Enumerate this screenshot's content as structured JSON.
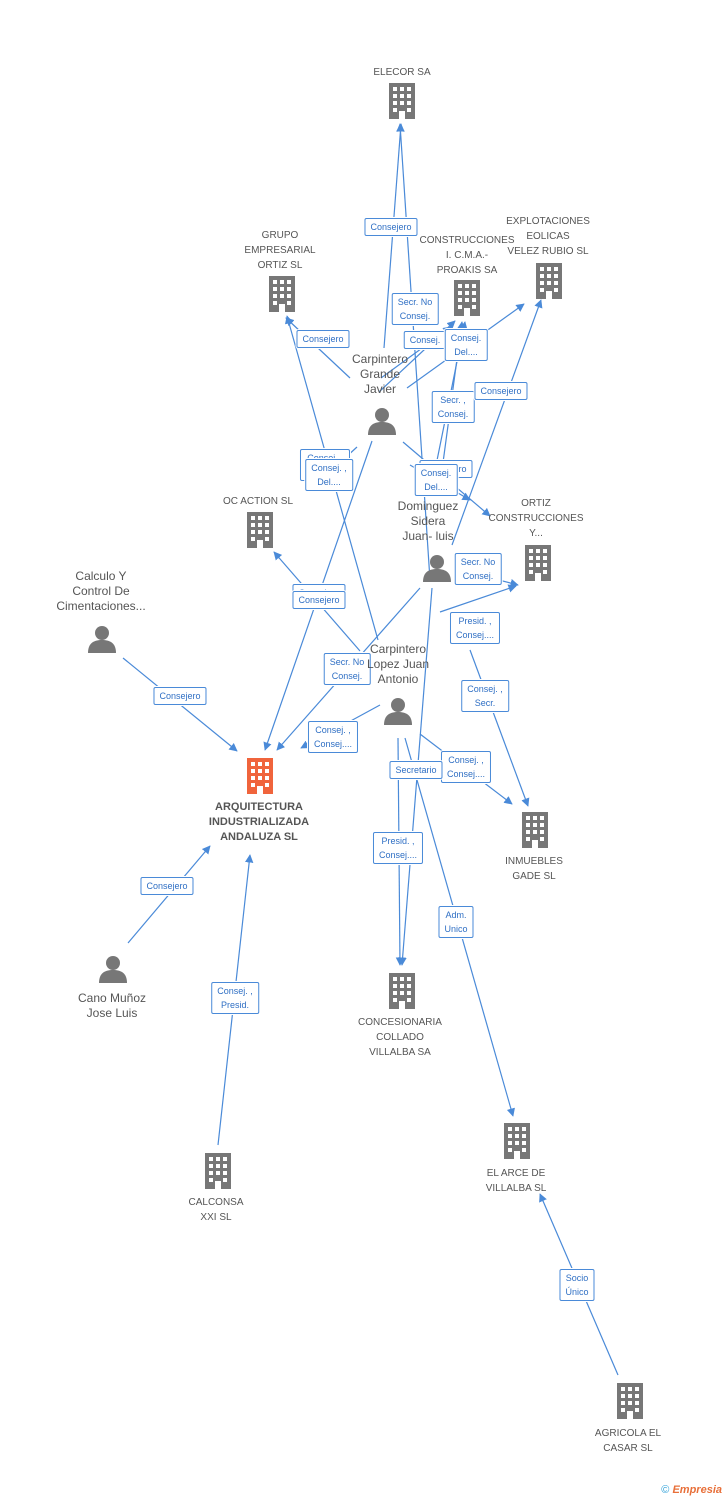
{
  "colors": {
    "edge": "#4a8ad8",
    "node": "#777777",
    "main": "#f0643c",
    "label_text": "#2f6fc4"
  },
  "nodes": [
    {
      "id": "elecor",
      "kind": "company",
      "label": "ELECOR SA",
      "icon": "building-icon"
    },
    {
      "id": "grupo",
      "kind": "company",
      "label": "GRUPO\nEMPRESARIAL\nORTIZ SL",
      "icon": "building-icon"
    },
    {
      "id": "construcciones",
      "kind": "company",
      "label": "CONSTRUCCIONES\nI. C.M.A.-\nPROAKIS SA",
      "icon": "building-icon"
    },
    {
      "id": "explotaciones",
      "kind": "company",
      "label": "EXPLOTACIONES\nEOLICAS\nVELEZ RUBIO SL",
      "icon": "building-icon"
    },
    {
      "id": "carpintero_javier",
      "kind": "person",
      "label": "Carpintero\nGrande\nJavier",
      "icon": "person-icon"
    },
    {
      "id": "oc_action",
      "kind": "company",
      "label": "OC ACTION SL",
      "icon": "building-icon"
    },
    {
      "id": "dominguez",
      "kind": "person",
      "label": "Dominguez\nSidera\nJuan- luis",
      "icon": "person-icon"
    },
    {
      "id": "ortiz_constr",
      "kind": "company",
      "label": "ORTIZ\nCONSTRUCCIONES\nY...",
      "icon": "building-icon"
    },
    {
      "id": "calculo",
      "kind": "person",
      "label": "Calculo Y\nControl De\nCimentaciones...",
      "icon": "person-icon"
    },
    {
      "id": "carpintero_lopez",
      "kind": "person",
      "label": "Carpintero\nLopez Juan\nAntonio",
      "icon": "person-icon"
    },
    {
      "id": "main",
      "kind": "main",
      "label": "ARQUITECTURA\nINDUSTRIALIZADA\nANDALUZA SL",
      "icon": "building-icon"
    },
    {
      "id": "inmuebles",
      "kind": "company",
      "label": "INMUEBLES\nGADE SL",
      "icon": "building-icon"
    },
    {
      "id": "cano",
      "kind": "person",
      "label": "Cano Muñoz\nJose Luis",
      "icon": "person-icon"
    },
    {
      "id": "concesionaria",
      "kind": "company",
      "label": "CONCESIONARIA\nCOLLADO\nVILLALBA SA",
      "icon": "building-icon"
    },
    {
      "id": "calconsa",
      "kind": "company",
      "label": "CALCONSA\nXXI SL",
      "icon": "building-icon"
    },
    {
      "id": "el_arce",
      "kind": "company",
      "label": "EL ARCE DE\nVILLALBA SL",
      "icon": "building-icon"
    },
    {
      "id": "agricola",
      "kind": "company",
      "label": "AGRICOLA EL\nCASAR SL",
      "icon": "building-icon"
    }
  ],
  "edges": [
    {
      "from": "carpintero_javier",
      "to": "elecor",
      "label": "Consejero"
    },
    {
      "from": "dominguez",
      "to": "elecor",
      "label": ""
    },
    {
      "from": "carpintero_javier",
      "to": "grupo",
      "label": "Consejero"
    },
    {
      "from": "carpintero_javier",
      "to": "construcciones",
      "label": "Secr. No\nConsej."
    },
    {
      "from": "carpintero_javier",
      "to": "construcciones",
      "label": "Consej."
    },
    {
      "from": "dominguez",
      "to": "construcciones",
      "label": "Consej.\nDel...."
    },
    {
      "from": "dominguez",
      "to": "construcciones",
      "label": "Secr. ,\nConsej."
    },
    {
      "from": "carpintero_javier",
      "to": "explotaciones",
      "label": "Consejero"
    },
    {
      "from": "dominguez",
      "to": "explotaciones",
      "label": ""
    },
    {
      "from": "carpintero_javier",
      "to": "oc_action",
      "label": "Consej. ,\nConsej...."
    },
    {
      "from": "carpintero_lopez",
      "to": "grupo",
      "label": "Consej. ,\nDel...."
    },
    {
      "from": "carpintero_javier",
      "to": "ortiz_constr",
      "label": "Consejero"
    },
    {
      "from": "carpintero_javier",
      "to": "ortiz_constr",
      "label": "Consej.\nDel...."
    },
    {
      "from": "dominguez",
      "to": "ortiz_constr",
      "label": "Secr. No\nConsej."
    },
    {
      "from": "carpintero_lopez",
      "to": "oc_action",
      "label": "Consejero"
    },
    {
      "from": "carpintero_javier",
      "to": "main",
      "label": "Consejero"
    },
    {
      "from": "dominguez",
      "to": "main",
      "label": "Secr. No\nConsej."
    },
    {
      "from": "carpintero_lopez",
      "to": "main",
      "label": "Consej. ,\nConsej...."
    },
    {
      "from": "calculo",
      "to": "main",
      "label": "Consejero"
    },
    {
      "from": "dominguez",
      "to": "inmuebles",
      "label": "Presid. ,\nConsej...."
    },
    {
      "from": "dominguez",
      "to": "inmuebles",
      "label": "Consej. ,\nSecr."
    },
    {
      "from": "carpintero_lopez",
      "to": "inmuebles",
      "label": "Consej. ,\nConsej...."
    },
    {
      "from": "carpintero_lopez",
      "to": "concesionaria",
      "label": "Secretario"
    },
    {
      "from": "dominguez",
      "to": "concesionaria",
      "label": "Presid. ,\nConsej...."
    },
    {
      "from": "carpintero_lopez",
      "to": "el_arce",
      "label": "Adm.\nUnico"
    },
    {
      "from": "cano",
      "to": "main",
      "label": "Consejero"
    },
    {
      "from": "calconsa",
      "to": "main",
      "label": "Consej. ,\nPresid."
    },
    {
      "from": "agricola",
      "to": "el_arce",
      "label": "Socio\nÚnico"
    }
  ],
  "footer": {
    "copyright": "©",
    "brand": "Empresia"
  }
}
